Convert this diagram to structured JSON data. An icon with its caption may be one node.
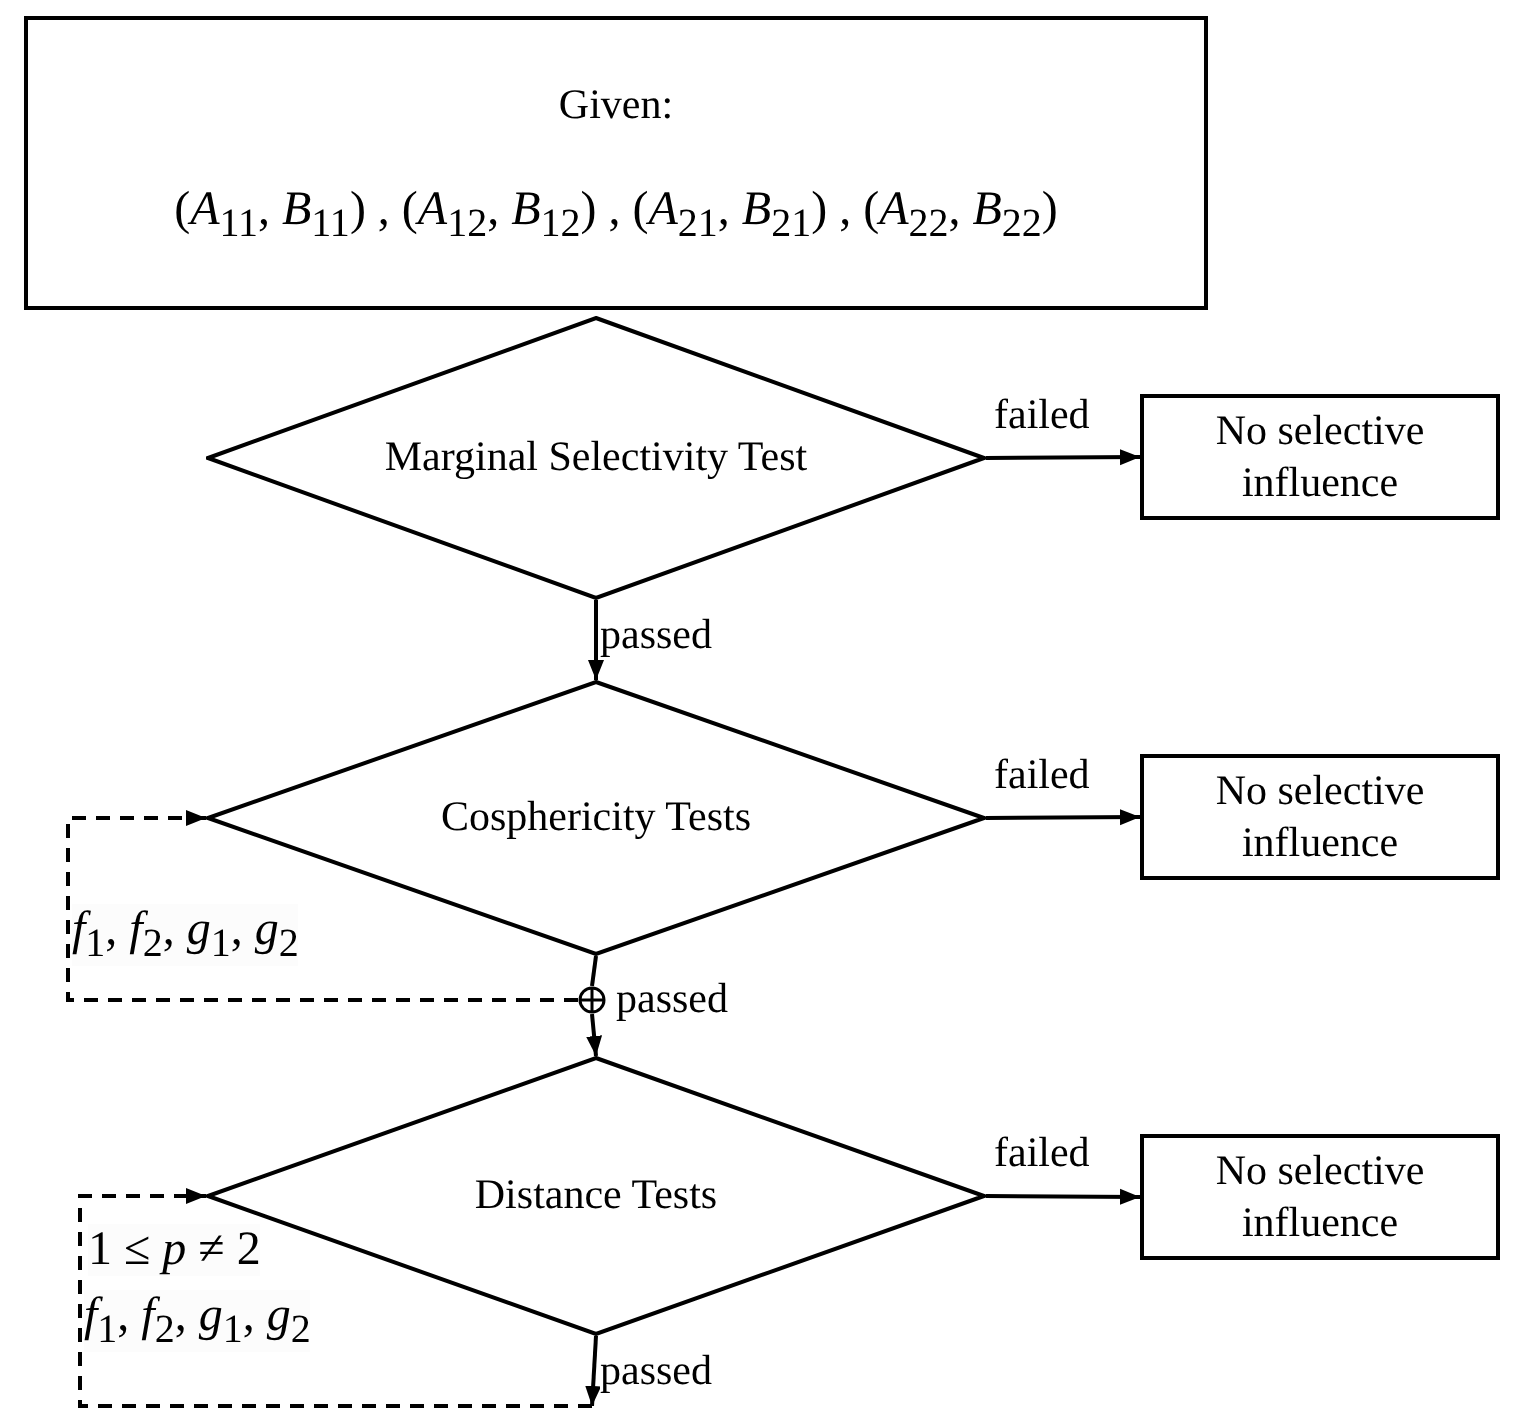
{
  "diagram": {
    "nodes": [
      {
        "text": [
          "Given:",
          "(*A*$_{11}$, *B*$_{11}$) , (*A*$_{12}$, *B*$_{12}$) , (*A*$_{21}$, *B*$_{21}$) , (*A*$_{22}$, *B*$_{22}$)"
        ]
      },
      {
        "text": [
          "Marginal Selectivity Test"
        ]
      },
      {
        "text": [
          "No selective influence"
        ]
      },
      {
        "text": [
          "Cosphericity Tests"
        ]
      },
      {
        "text": [
          "No selective influence"
        ]
      },
      {
        "text": [],
        "shape": "circle"
      },
      {
        "text": [
          "Distance Tests"
        ]
      },
      {
        "text": [
          "No selective influence"
        ]
      }
    ],
    "edges": [
      {
        "from": 1,
        "to": 2,
        "arrow": "to",
        "label": "failed"
      },
      {
        "from": 1,
        "to": 3,
        "arrow": "to",
        "label": "passed"
      },
      {
        "from": 3,
        "to": 4,
        "arrow": "to",
        "label": "failed"
      },
      {
        "from": 3,
        "to": 5,
        "arrow": "none",
        "label": "passed"
      },
      {
        "from": 5,
        "to": 6,
        "arrow": "to"
      },
      {
        "from": 5,
        "to": 3,
        "arrow": "to",
        "style": "dashed",
        "label": "*f*$_{1}$, *f*$_{2}$, *g*$_{1}$, *g*$_{2}$"
      },
      {
        "from": 6,
        "to": 7,
        "arrow": "to",
        "label": "failed"
      },
      {
        "from": 6,
        "to": null,
        "arrow": "to",
        "label": "passed"
      },
      {
        "from": null,
        "to": 6,
        "arrow": "to",
        "style": "dashed",
        "label": "*f*$_{1}$, *f*$_{2}$, *g*$_{1}$, *g*$_{2}$"
      }
    ],
    "labels": [
      "1 ≤ *p* ≠ 2"
    ]
  }
}
